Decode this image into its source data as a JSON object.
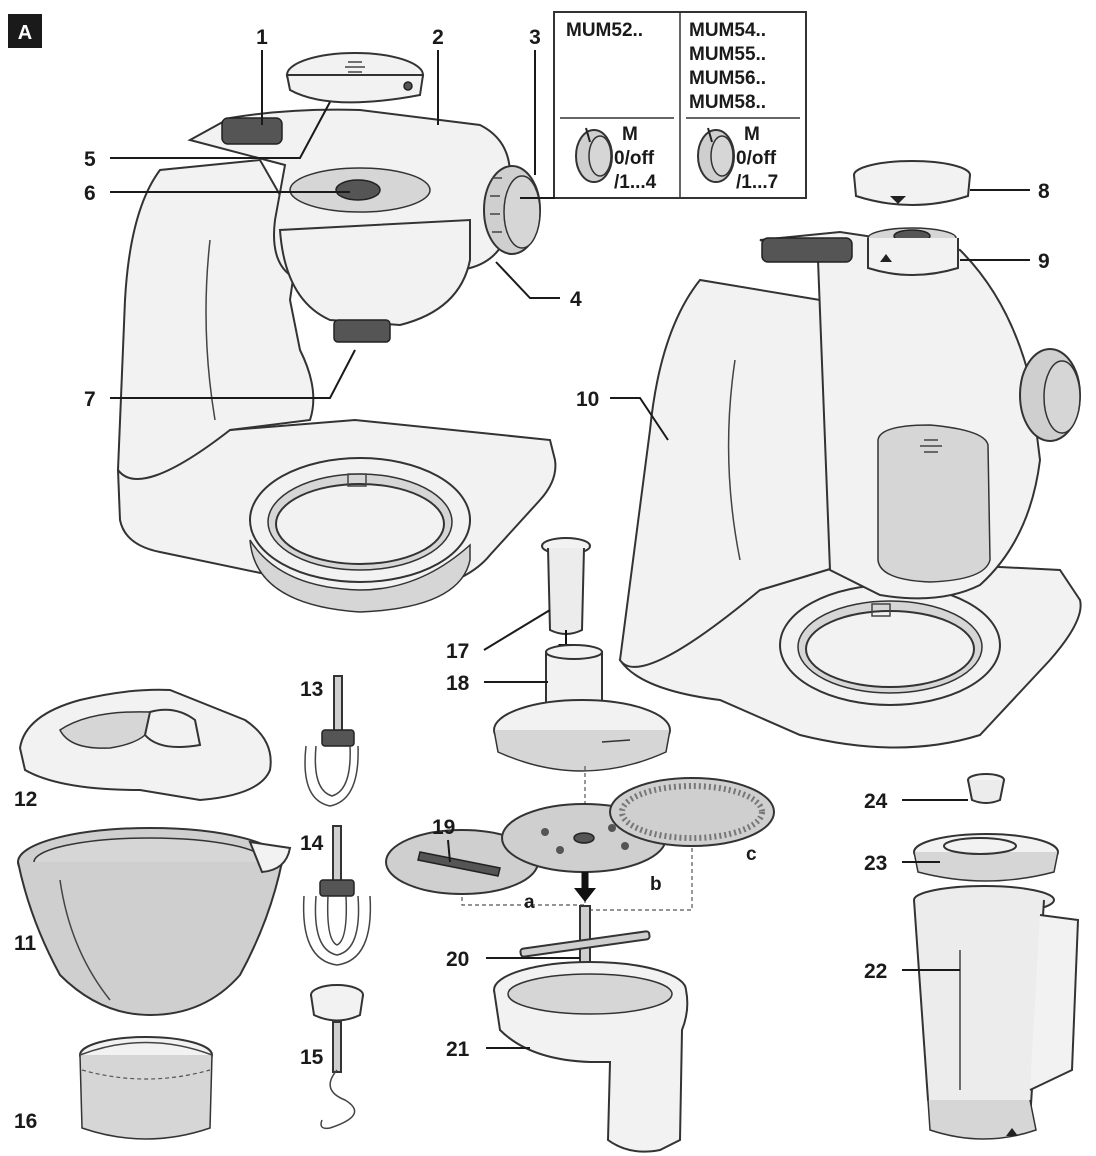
{
  "figure": {
    "badge": "A",
    "variant_box": {
      "left_models": [
        "MUM52.."
      ],
      "right_models": [
        "MUM54..",
        "MUM55..",
        "MUM56..",
        "MUM58.."
      ],
      "left_settings": [
        "M",
        "0/off",
        "/1...4"
      ],
      "right_settings": [
        "M",
        "0/off",
        "/1...7"
      ]
    },
    "callouts": {
      "c1": "1",
      "c2": "2",
      "c3": "3",
      "c4": "4",
      "c5": "5",
      "c6": "6",
      "c7": "7",
      "c8": "8",
      "c9": "9",
      "c10": "10",
      "c11": "11",
      "c12": "12",
      "c13": "13",
      "c14": "14",
      "c15": "15",
      "c16": "16",
      "c17": "17",
      "c18": "18",
      "c19": "19",
      "c20": "20",
      "c21": "21",
      "c22": "22",
      "c23": "23",
      "c24": "24"
    },
    "disc_letters": {
      "a": "a",
      "b": "b",
      "c": "c"
    }
  }
}
